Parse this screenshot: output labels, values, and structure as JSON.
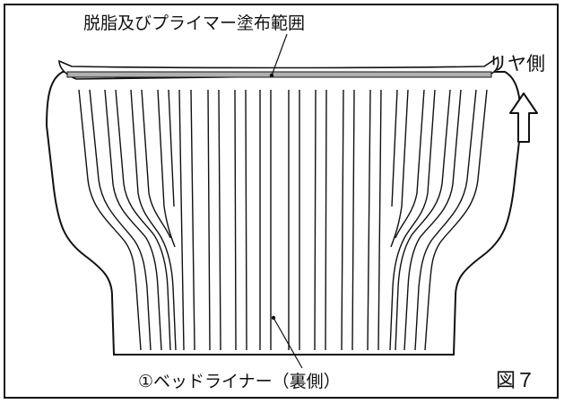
{
  "labels": {
    "top": "脱脂及びプライマー塗布範囲",
    "rear": "リヤ側",
    "bottom": "①ベッドライナー（裏側）",
    "figure": "図７"
  },
  "icons": {
    "direction_arrow": "up-arrow-icon"
  },
  "colors": {
    "line": "#111111",
    "band": "#b0b0b0"
  }
}
